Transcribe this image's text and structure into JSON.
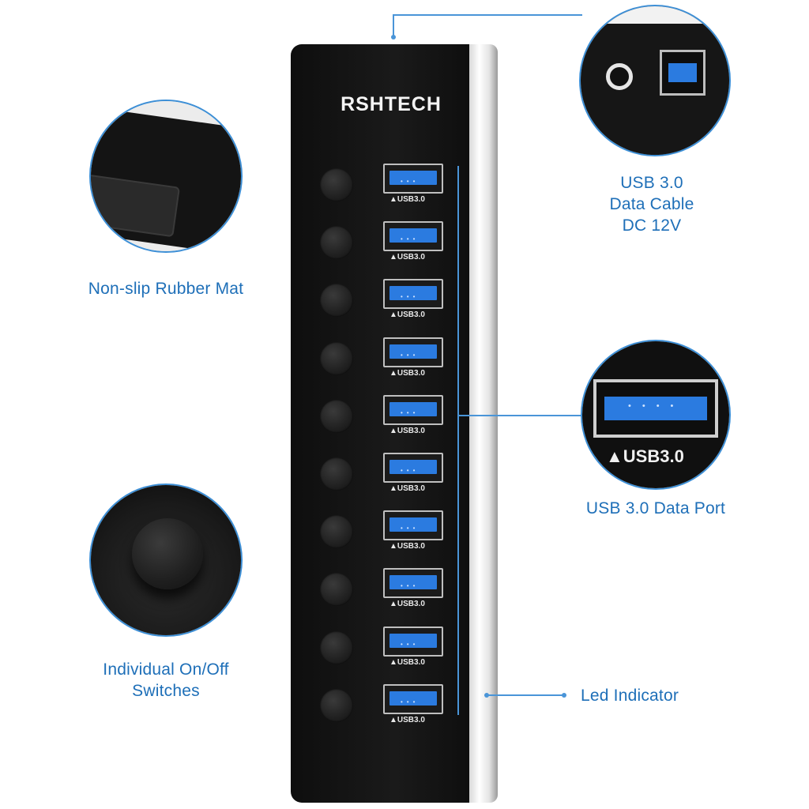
{
  "brand": "RSHTECH",
  "port_label": "▲USB3.0",
  "ports": [
    {
      "label": "▲USB3.0"
    },
    {
      "label": "▲USB3.0"
    },
    {
      "label": "▲USB3.0"
    },
    {
      "label": "▲USB3.0"
    },
    {
      "label": "▲USB3.0"
    },
    {
      "label": "▲USB3.0"
    },
    {
      "label": "▲USB3.0"
    },
    {
      "label": "▲USB3.0"
    },
    {
      "label": "▲USB3.0"
    },
    {
      "label": "▲USB3.0"
    }
  ],
  "callouts": {
    "rubber_mat": "Non-slip Rubber Mat",
    "switch_line1": "Individual On/Off",
    "switch_line2": "Switches",
    "cable_line1": "USB 3.0",
    "cable_line2": "Data Cable",
    "cable_line3": "DC 12V",
    "data_port": "USB 3.0 Data Port",
    "led": "Led Indicator",
    "zoom_port_label": "▲USB3.0"
  },
  "colors": {
    "accent": "#1e6fb8",
    "port_blue": "#2b7be0",
    "hub_body": "#111111"
  }
}
